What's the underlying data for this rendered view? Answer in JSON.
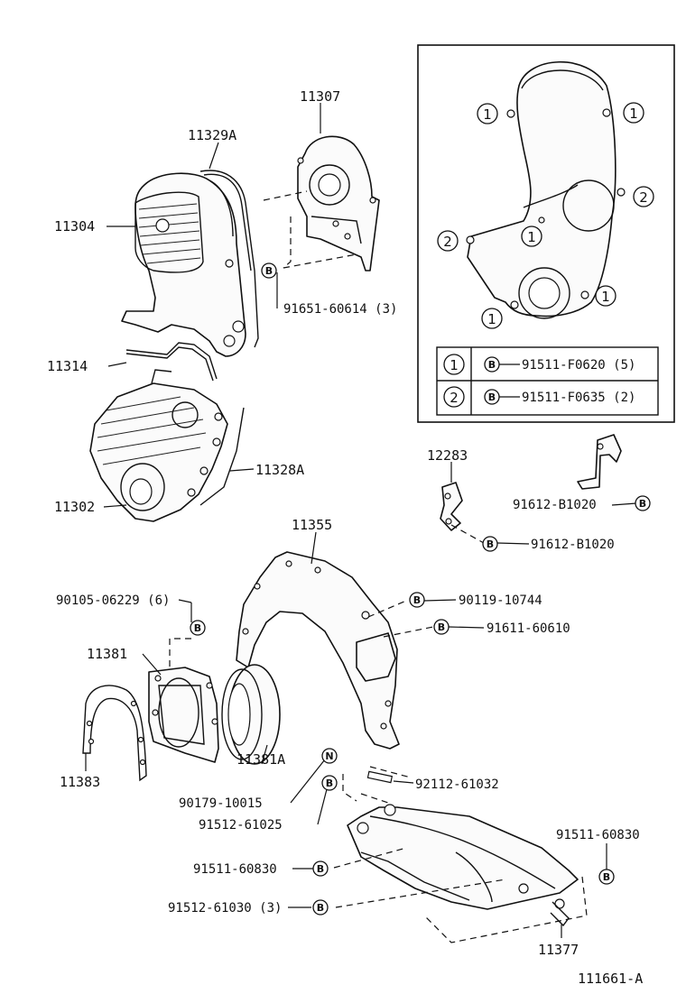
{
  "parts": {
    "p11307": "11307",
    "p11329A": "11329A",
    "p11304": "11304",
    "p91651": "91651-60614 (3)",
    "p11314": "11314",
    "p11328A": "11328A",
    "p11302": "11302",
    "p12283": "12283",
    "p91612a": "91612-B1020",
    "p91612b": "91612-B1020",
    "p11355": "11355",
    "p90105": "90105-06229 (6)",
    "p90119": "90119-10744",
    "p91611": "91611-60610",
    "p11381": "11381",
    "p11381A": "11381A",
    "p11383": "11383",
    "p90179": "90179-10015",
    "p92112": "92112-61032",
    "p91512a": "91512-61025",
    "p91511a": "91511-60830",
    "p91511b": "91511-60830",
    "p91512b": "91512-61030 (3)",
    "p11377": "11377"
  },
  "inset": {
    "markers": {
      "one": "1",
      "two": "2"
    },
    "table": [
      {
        "key": "1",
        "part": "91511-F0620 (5)"
      },
      {
        "key": "2",
        "part": "91511-F0635 (2)"
      }
    ]
  },
  "symbols": {
    "bolt": "B",
    "nut": "N"
  },
  "figure_id": "111661-A"
}
